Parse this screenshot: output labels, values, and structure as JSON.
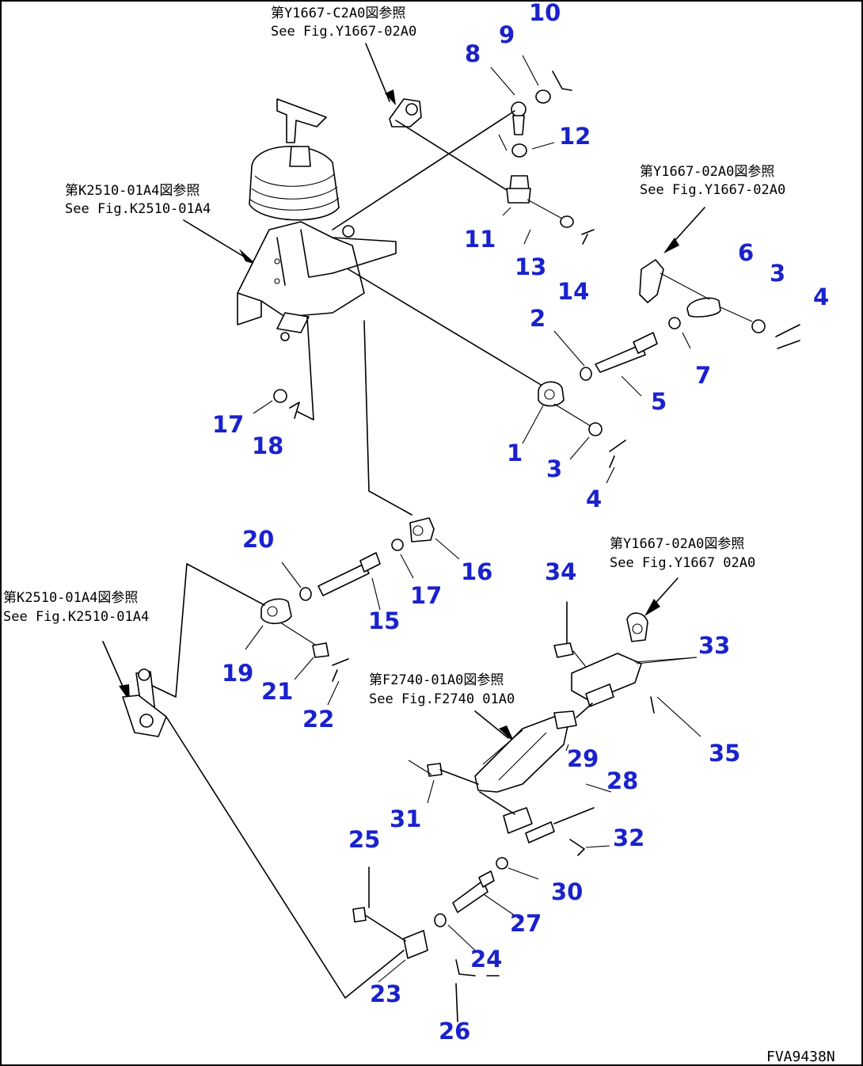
{
  "figure_code": "FVA9438N",
  "references": [
    {
      "jp": "第Y1667-C2A0図参照",
      "en": "See Fig.Y1667-02A0"
    },
    {
      "jp": "第Y1667-02A0図参照",
      "en": "See Fig.Y1667-02A0"
    },
    {
      "jp": "第K2510-01A4図参照",
      "en": "See Fig.K2510-01A4"
    },
    {
      "jp": "第Y1667-02A0図参照",
      "en": "See Fig.Y1667 02A0"
    },
    {
      "jp": "第K2510-01A4図参照",
      "en": "See Fig.K2510-01A4"
    },
    {
      "jp": "第F2740-01A0図参照",
      "en": "See Fig.F2740 01A0"
    }
  ],
  "callouts": [
    {
      "label": "1"
    },
    {
      "label": "2"
    },
    {
      "label": "3"
    },
    {
      "label": "3"
    },
    {
      "label": "4"
    },
    {
      "label": "4"
    },
    {
      "label": "5"
    },
    {
      "label": "6"
    },
    {
      "label": "7"
    },
    {
      "label": "8"
    },
    {
      "label": "9"
    },
    {
      "label": "10"
    },
    {
      "label": "11"
    },
    {
      "label": "12"
    },
    {
      "label": "13"
    },
    {
      "label": "14"
    },
    {
      "label": "15"
    },
    {
      "label": "16"
    },
    {
      "label": "17"
    },
    {
      "label": "17"
    },
    {
      "label": "18"
    },
    {
      "label": "19"
    },
    {
      "label": "20"
    },
    {
      "label": "21"
    },
    {
      "label": "22"
    },
    {
      "label": "23"
    },
    {
      "label": "24"
    },
    {
      "label": "25"
    },
    {
      "label": "26"
    },
    {
      "label": "27"
    },
    {
      "label": "28"
    },
    {
      "label": "29"
    },
    {
      "label": "30"
    },
    {
      "label": "31"
    },
    {
      "label": "32"
    },
    {
      "label": "33"
    },
    {
      "label": "34"
    },
    {
      "label": "35"
    }
  ],
  "colors": {
    "callout": "#1a22cc",
    "line": "#000000",
    "background": "#ffffff"
  }
}
